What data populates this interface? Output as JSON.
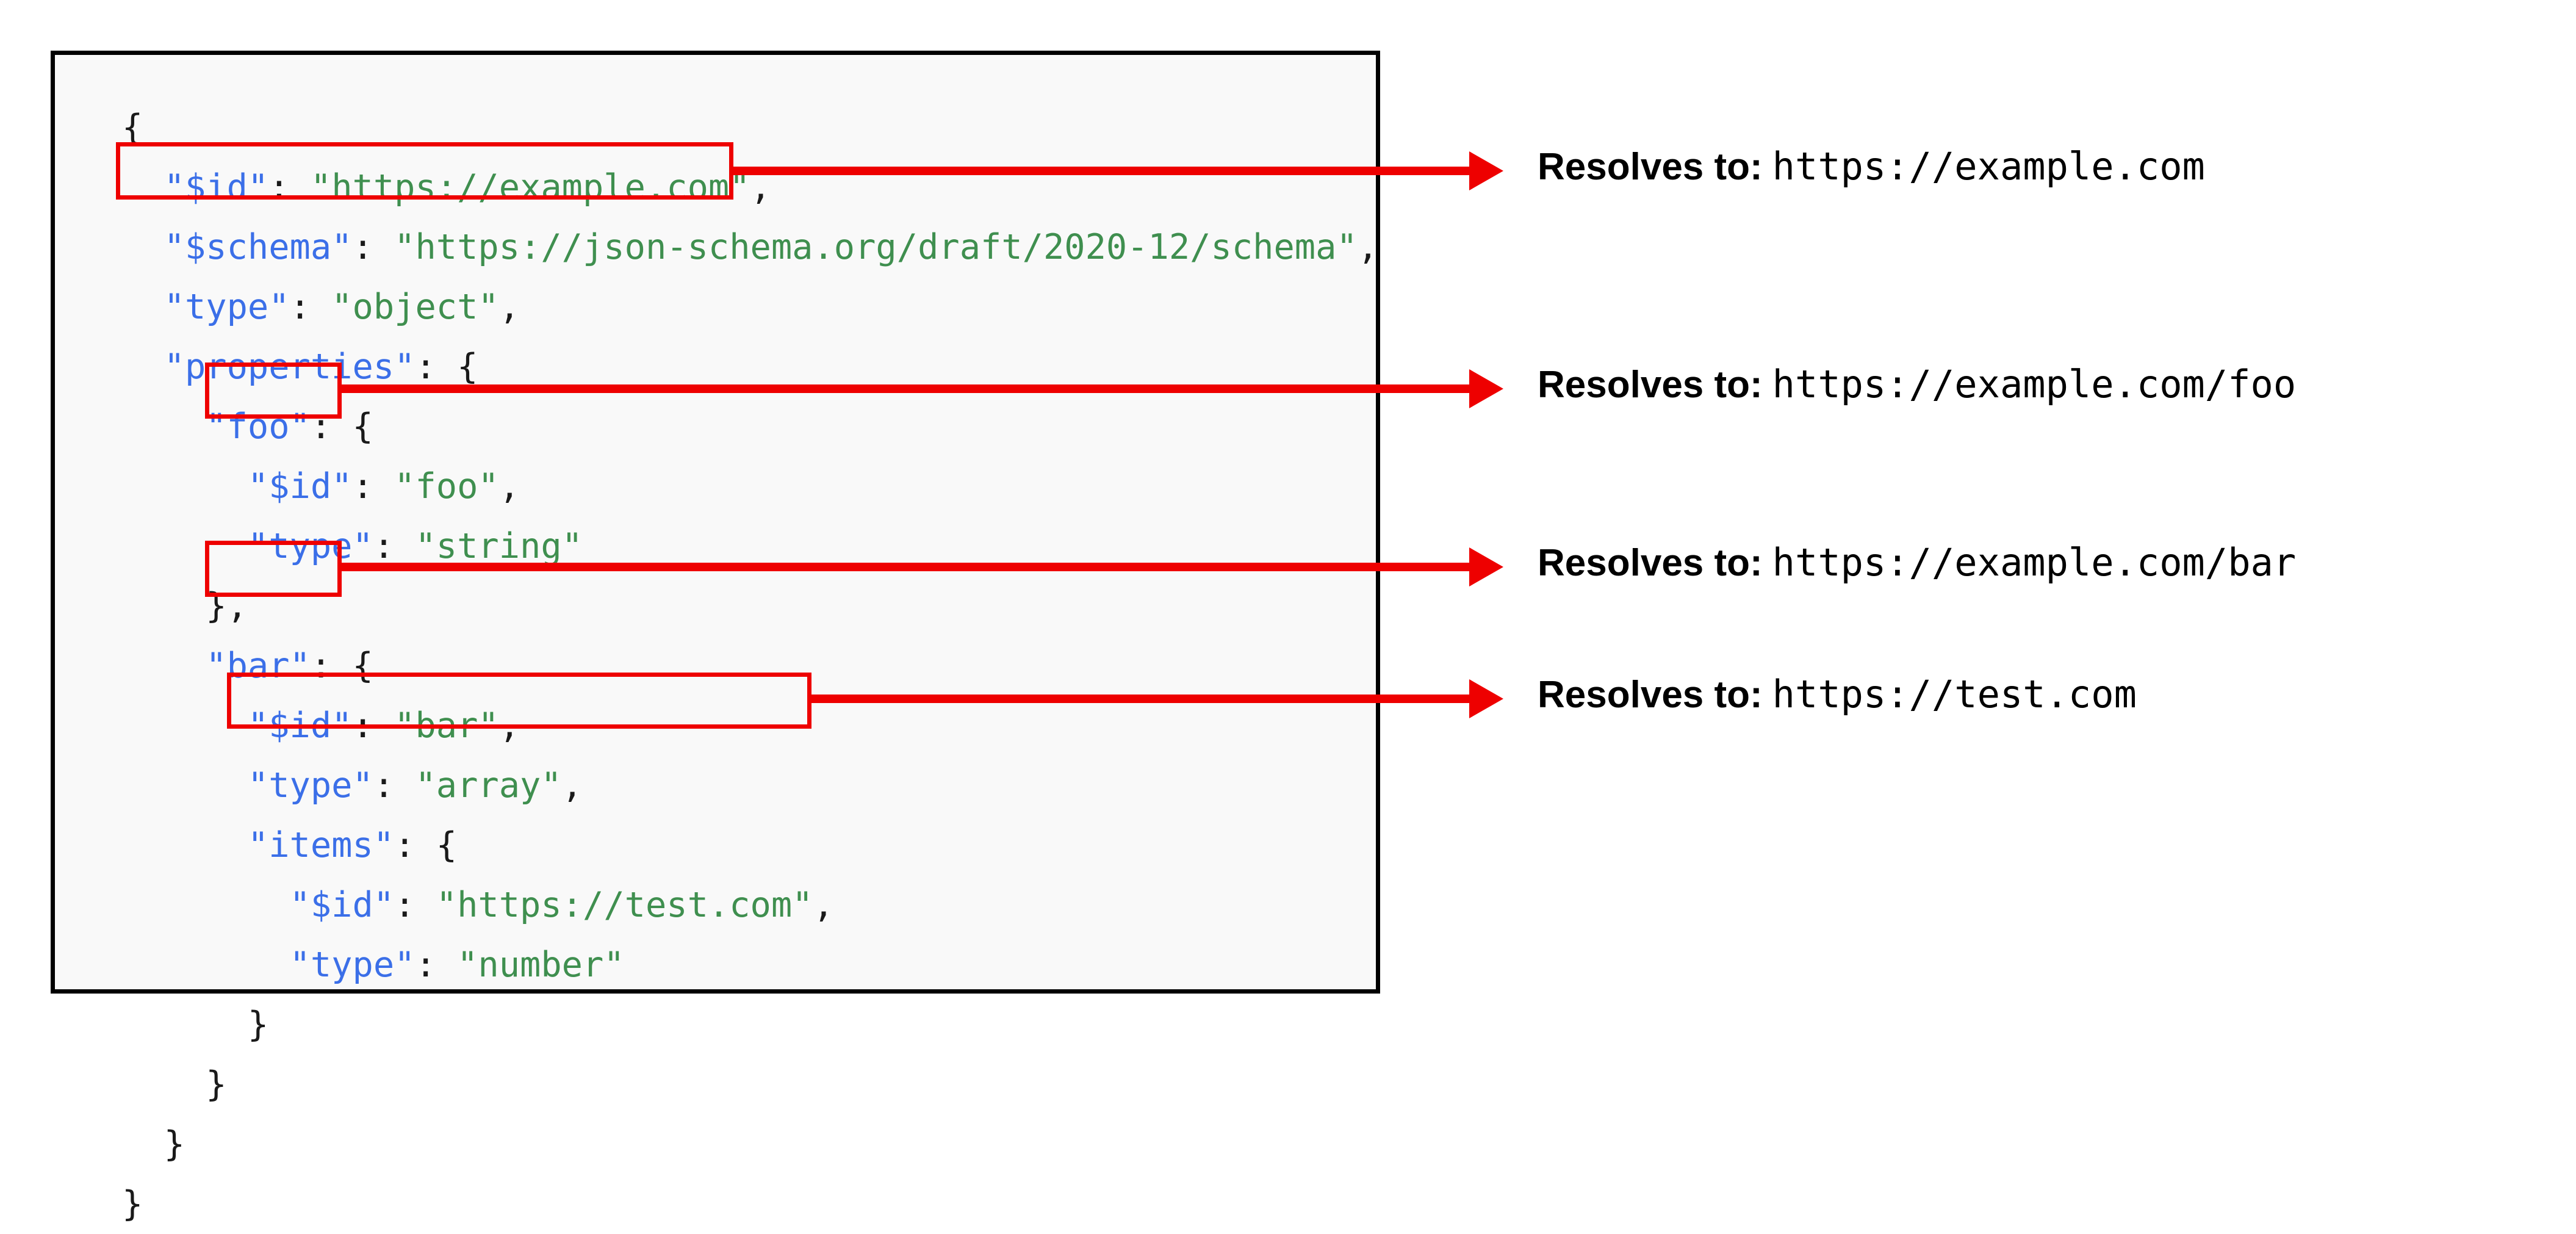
{
  "colors": {
    "json_key": "#3b6fe8",
    "json_string": "#3f8f4f",
    "punctuation": "#1a1a1a",
    "highlight": "#ee0000",
    "panel_border": "#000000",
    "panel_background": "#f9f9f9",
    "page_background": "#ffffff"
  },
  "code_panel": {
    "language": "json",
    "lines": [
      {
        "indent": 0,
        "tokens": [
          {
            "type": "p",
            "text": "{"
          }
        ]
      },
      {
        "indent": 1,
        "tokens": [
          {
            "type": "k",
            "text": "\"$id\""
          },
          {
            "type": "p",
            "text": ": "
          },
          {
            "type": "s",
            "text": "\"https://example.com\""
          },
          {
            "type": "p",
            "text": ","
          }
        ]
      },
      {
        "indent": 1,
        "tokens": [
          {
            "type": "k",
            "text": "\"$schema\""
          },
          {
            "type": "p",
            "text": ": "
          },
          {
            "type": "s",
            "text": "\"https://json-schema.org/draft/2020-12/schema\""
          },
          {
            "type": "p",
            "text": ","
          }
        ]
      },
      {
        "indent": 1,
        "tokens": [
          {
            "type": "k",
            "text": "\"type\""
          },
          {
            "type": "p",
            "text": ": "
          },
          {
            "type": "s",
            "text": "\"object\""
          },
          {
            "type": "p",
            "text": ","
          }
        ]
      },
      {
        "indent": 1,
        "tokens": [
          {
            "type": "k",
            "text": "\"properties\""
          },
          {
            "type": "p",
            "text": ": {"
          }
        ]
      },
      {
        "indent": 2,
        "tokens": [
          {
            "type": "k",
            "text": "\"foo\""
          },
          {
            "type": "p",
            "text": ": {"
          }
        ]
      },
      {
        "indent": 3,
        "tokens": [
          {
            "type": "k",
            "text": "\"$id\""
          },
          {
            "type": "p",
            "text": ": "
          },
          {
            "type": "s",
            "text": "\"foo\""
          },
          {
            "type": "p",
            "text": ","
          }
        ]
      },
      {
        "indent": 3,
        "tokens": [
          {
            "type": "k",
            "text": "\"type\""
          },
          {
            "type": "p",
            "text": ": "
          },
          {
            "type": "s",
            "text": "\"string\""
          }
        ]
      },
      {
        "indent": 2,
        "tokens": [
          {
            "type": "p",
            "text": "},"
          }
        ]
      },
      {
        "indent": 2,
        "tokens": [
          {
            "type": "k",
            "text": "\"bar\""
          },
          {
            "type": "p",
            "text": ": {"
          }
        ]
      },
      {
        "indent": 3,
        "tokens": [
          {
            "type": "k",
            "text": "\"$id\""
          },
          {
            "type": "p",
            "text": ": "
          },
          {
            "type": "s",
            "text": "\"bar\""
          },
          {
            "type": "p",
            "text": ","
          }
        ]
      },
      {
        "indent": 3,
        "tokens": [
          {
            "type": "k",
            "text": "\"type\""
          },
          {
            "type": "p",
            "text": ": "
          },
          {
            "type": "s",
            "text": "\"array\""
          },
          {
            "type": "p",
            "text": ","
          }
        ]
      },
      {
        "indent": 3,
        "tokens": [
          {
            "type": "k",
            "text": "\"items\""
          },
          {
            "type": "p",
            "text": ": {"
          }
        ]
      },
      {
        "indent": 4,
        "tokens": [
          {
            "type": "k",
            "text": "\"$id\""
          },
          {
            "type": "p",
            "text": ": "
          },
          {
            "type": "s",
            "text": "\"https://test.com\""
          },
          {
            "type": "p",
            "text": ","
          }
        ]
      },
      {
        "indent": 4,
        "tokens": [
          {
            "type": "k",
            "text": "\"type\""
          },
          {
            "type": "p",
            "text": ": "
          },
          {
            "type": "s",
            "text": "\"number\""
          }
        ]
      },
      {
        "indent": 3,
        "tokens": [
          {
            "type": "p",
            "text": "}"
          }
        ]
      },
      {
        "indent": 2,
        "tokens": [
          {
            "type": "p",
            "text": "}"
          }
        ]
      },
      {
        "indent": 1,
        "tokens": [
          {
            "type": "p",
            "text": "}"
          }
        ]
      },
      {
        "indent": 0,
        "tokens": [
          {
            "type": "p",
            "text": "}"
          }
        ]
      }
    ]
  },
  "annotations": [
    {
      "id": "annotation-example-com",
      "label": "Resolves to:",
      "url": "https://example.com",
      "source_line": 1,
      "source_value": "\"$id\": \"https://example.com\""
    },
    {
      "id": "annotation-example-com-foo",
      "label": "Resolves to:",
      "url": "https://example.com/foo",
      "source_line": 6,
      "source_value": "\"$id\": \"foo\""
    },
    {
      "id": "annotation-example-com-bar",
      "label": "Resolves to:",
      "url": "https://example.com/bar",
      "source_line": 10,
      "source_value": "\"$id\": \"bar\""
    },
    {
      "id": "annotation-test-com",
      "label": "Resolves to:",
      "url": "https://test.com",
      "source_line": 13,
      "source_value": "\"$id\": \"https://test.com\""
    }
  ]
}
